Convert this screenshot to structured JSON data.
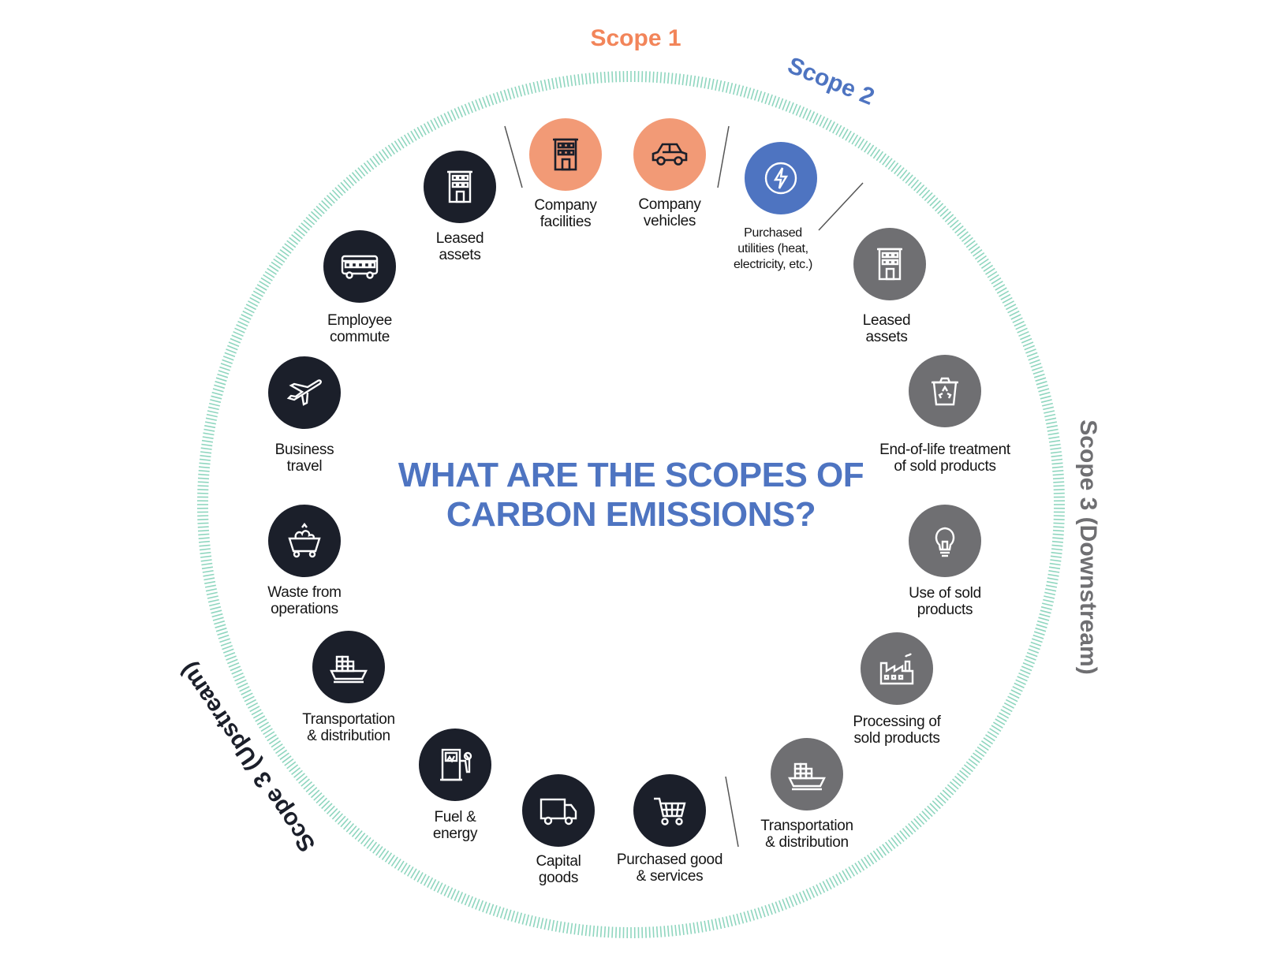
{
  "title_lines": [
    "WHAT ARE THE SCOPES OF",
    "CARBON EMISSIONS?"
  ],
  "colors": {
    "scope1": "#f2855a",
    "scope2": "#4e74c1",
    "scope3_upstream": "#1b1f2a",
    "scope3_downstream": "#6f6f72",
    "ring": "#8fd6bf",
    "title": "#4e74c1"
  },
  "scope_labels": {
    "scope1": "Scope 1",
    "scope2": "Scope 2",
    "scope3_downstream": "Scope 3 (Downstream)",
    "scope3_upstream": "Scope 3 (Upstream)"
  },
  "items": {
    "company_facilities": {
      "label": "Company\nfacilities",
      "icon": "building-icon",
      "scope": "Scope 1"
    },
    "company_vehicles": {
      "label": "Company\nvehicles",
      "icon": "car-icon",
      "scope": "Scope 1"
    },
    "purchased_utilities": {
      "label": "Purchased\nutilities (heat,\nelectricity, etc.)",
      "icon": "lightning-icon",
      "scope": "Scope 2"
    },
    "leased_assets_down": {
      "label": "Leased\nassets",
      "icon": "building-icon",
      "scope": "Scope 3 (Downstream)"
    },
    "end_of_life": {
      "label": "End-of-life treatment\nof sold products",
      "icon": "recycle-bin-icon",
      "scope": "Scope 3 (Downstream)"
    },
    "use_of_sold": {
      "label": "Use of sold\nproducts",
      "icon": "lightbulb-icon",
      "scope": "Scope 3 (Downstream)"
    },
    "processing_sold": {
      "label": "Processing of\nsold products",
      "icon": "factory-icon",
      "scope": "Scope 3 (Downstream)"
    },
    "transport_down": {
      "label": "Transportation\n& distribution",
      "icon": "cargo-ship-icon",
      "scope": "Scope 3 (Downstream)"
    },
    "purchased_goods": {
      "label": "Purchased good\n& services",
      "icon": "shopping-cart-icon",
      "scope": "Scope 3 (Upstream)"
    },
    "capital_goods": {
      "label": "Capital\ngoods",
      "icon": "truck-icon",
      "scope": "Scope 3 (Upstream)"
    },
    "fuel_energy": {
      "label": "Fuel &\nenergy",
      "icon": "fuel-pump-icon",
      "scope": "Scope 3 (Upstream)"
    },
    "transport_up": {
      "label": "Transportation\n& distribution",
      "icon": "cargo-ship-icon",
      "scope": "Scope 3 (Upstream)"
    },
    "waste_ops": {
      "label": "Waste from\noperations",
      "icon": "waste-cart-icon",
      "scope": "Scope 3 (Upstream)"
    },
    "business_travel": {
      "label": "Business\ntravel",
      "icon": "airplane-icon",
      "scope": "Scope 3 (Upstream)"
    },
    "employee_commute": {
      "label": "Employee\ncommute",
      "icon": "bus-icon",
      "scope": "Scope 3 (Upstream)"
    },
    "leased_assets_up": {
      "label": "Leased\nassets",
      "icon": "building-icon",
      "scope": "Scope 3 (Upstream)"
    }
  }
}
